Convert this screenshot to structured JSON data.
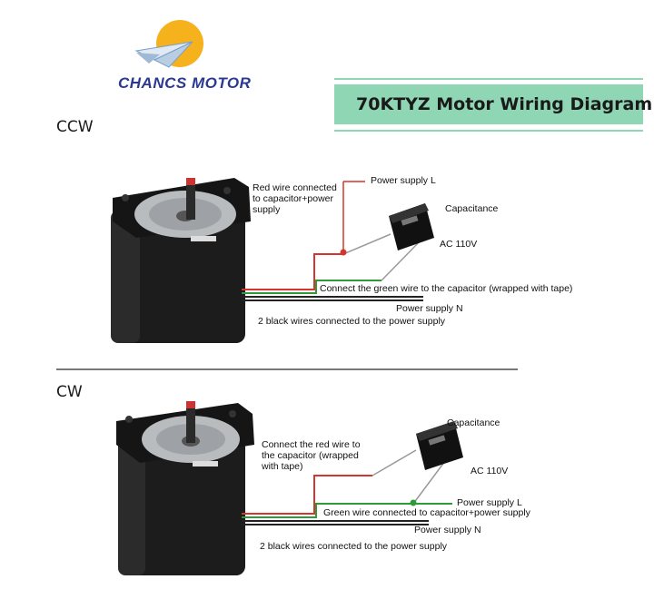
{
  "logo": {
    "brand": "CHANCS MOTOR"
  },
  "title": "70KTYZ Motor Wiring Diagram",
  "colors": {
    "banner": "#8fd6b4",
    "red_wire": "#d4352f",
    "green_wire": "#2f9a3a",
    "black_wire": "#222222",
    "logo_sun": "#f6b21c",
    "logo_text": "#2b3a8f"
  },
  "ccw": {
    "label": "CCW",
    "red_note_1": "Red wire connected",
    "red_note_2": "to capacitor+power",
    "red_note_3": "supply",
    "power_l": "Power supply L",
    "capacitance": "Capacitance",
    "ac": "AC 110V",
    "green_note": "Connect the green wire to the capacitor (wrapped with tape)",
    "power_n": "Power supply N",
    "black_note": "2 black wires connected to the power supply"
  },
  "cw": {
    "label": "CW",
    "red_note_1": "Connect the red wire to",
    "red_note_2": "the capacitor (wrapped",
    "red_note_3": "with tape)",
    "capacitance": "Capacitance",
    "ac": "AC 110V",
    "power_l": "Power supply L",
    "green_note": "Green wire connected to capacitor+power supply",
    "power_n": "Power supply N",
    "black_note": "2 black wires connected to the power supply"
  }
}
